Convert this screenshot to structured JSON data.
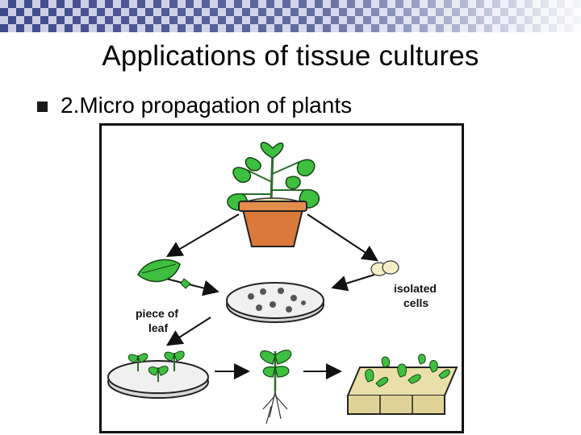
{
  "slide": {
    "title": "Applications of tissue cultures",
    "bullet": "2.Micro propagation of plants"
  },
  "figure": {
    "labels": {
      "isolated_line1": "isolated",
      "isolated_line2": "cells",
      "leaf_line1": "piece of",
      "leaf_line2": "leaf"
    }
  },
  "colors": {
    "band_dark": "#3d4a8a",
    "band_light": "#c9cde6",
    "leaf_green": "#3fbf3f",
    "pot_orange": "#d97a3a",
    "soil_beige": "#eadfa8"
  }
}
